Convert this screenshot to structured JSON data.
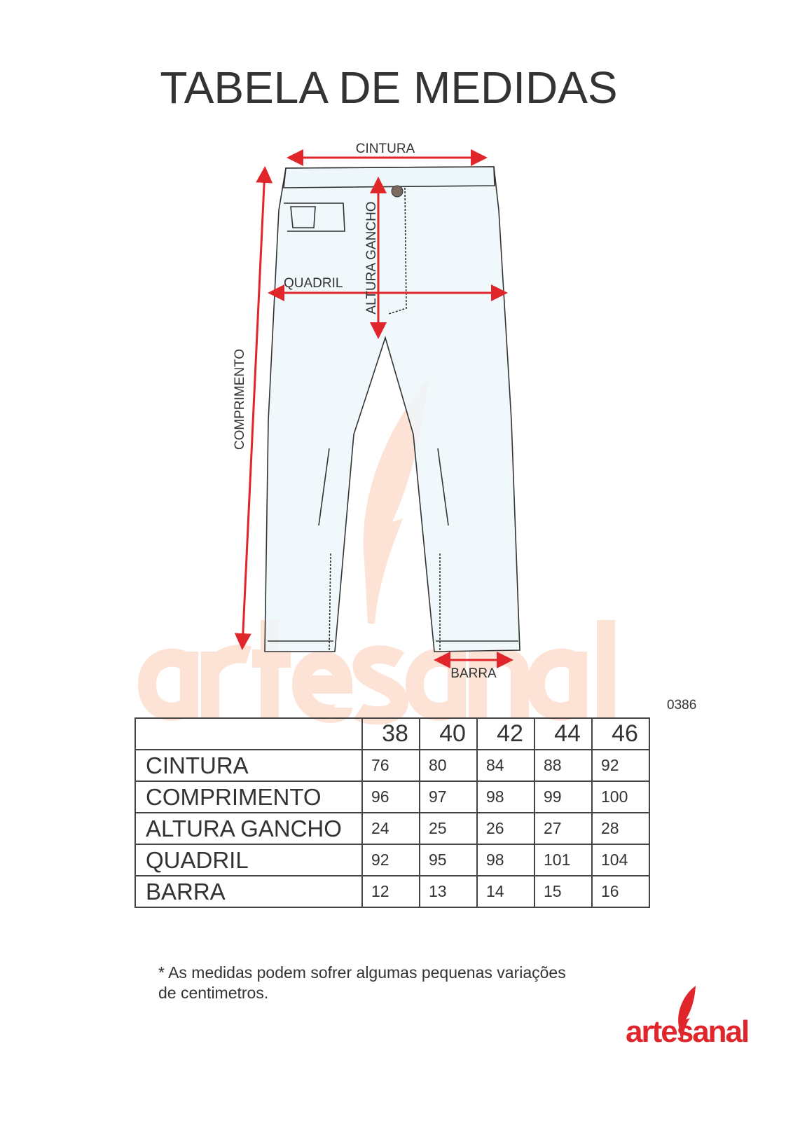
{
  "title": "TABELA DE MEDIDAS",
  "diagram": {
    "labels": {
      "cintura": "CINTURA",
      "quadril": "QUADRIL",
      "altura_gancho": "ALTURA GANCHO",
      "comprimento": "COMPRIMENTO",
      "barra": "BARRA"
    },
    "arrow_color": "#e0262b"
  },
  "watermark": "artesanal",
  "product_code": "0386",
  "table": {
    "sizes": [
      "38",
      "40",
      "42",
      "44",
      "46"
    ],
    "rows": [
      {
        "label": "CINTURA",
        "values": [
          "76",
          "80",
          "84",
          "88",
          "92"
        ]
      },
      {
        "label": "COMPRIMENTO",
        "values": [
          "96",
          "97",
          "98",
          "99",
          "100"
        ]
      },
      {
        "label": "ALTURA GANCHO",
        "values": [
          "24",
          "25",
          "26",
          "27",
          "28"
        ]
      },
      {
        "label": "QUADRIL",
        "values": [
          "92",
          "95",
          "98",
          "101",
          "104"
        ]
      },
      {
        "label": "BARRA",
        "values": [
          "12",
          "13",
          "14",
          "15",
          "16"
        ]
      }
    ]
  },
  "note_line1": "* As medidas podem sofrer algumas pequenas variações",
  "note_line2": "de centimetros.",
  "brand": {
    "name": "artesanal",
    "color": "#e0262b"
  }
}
